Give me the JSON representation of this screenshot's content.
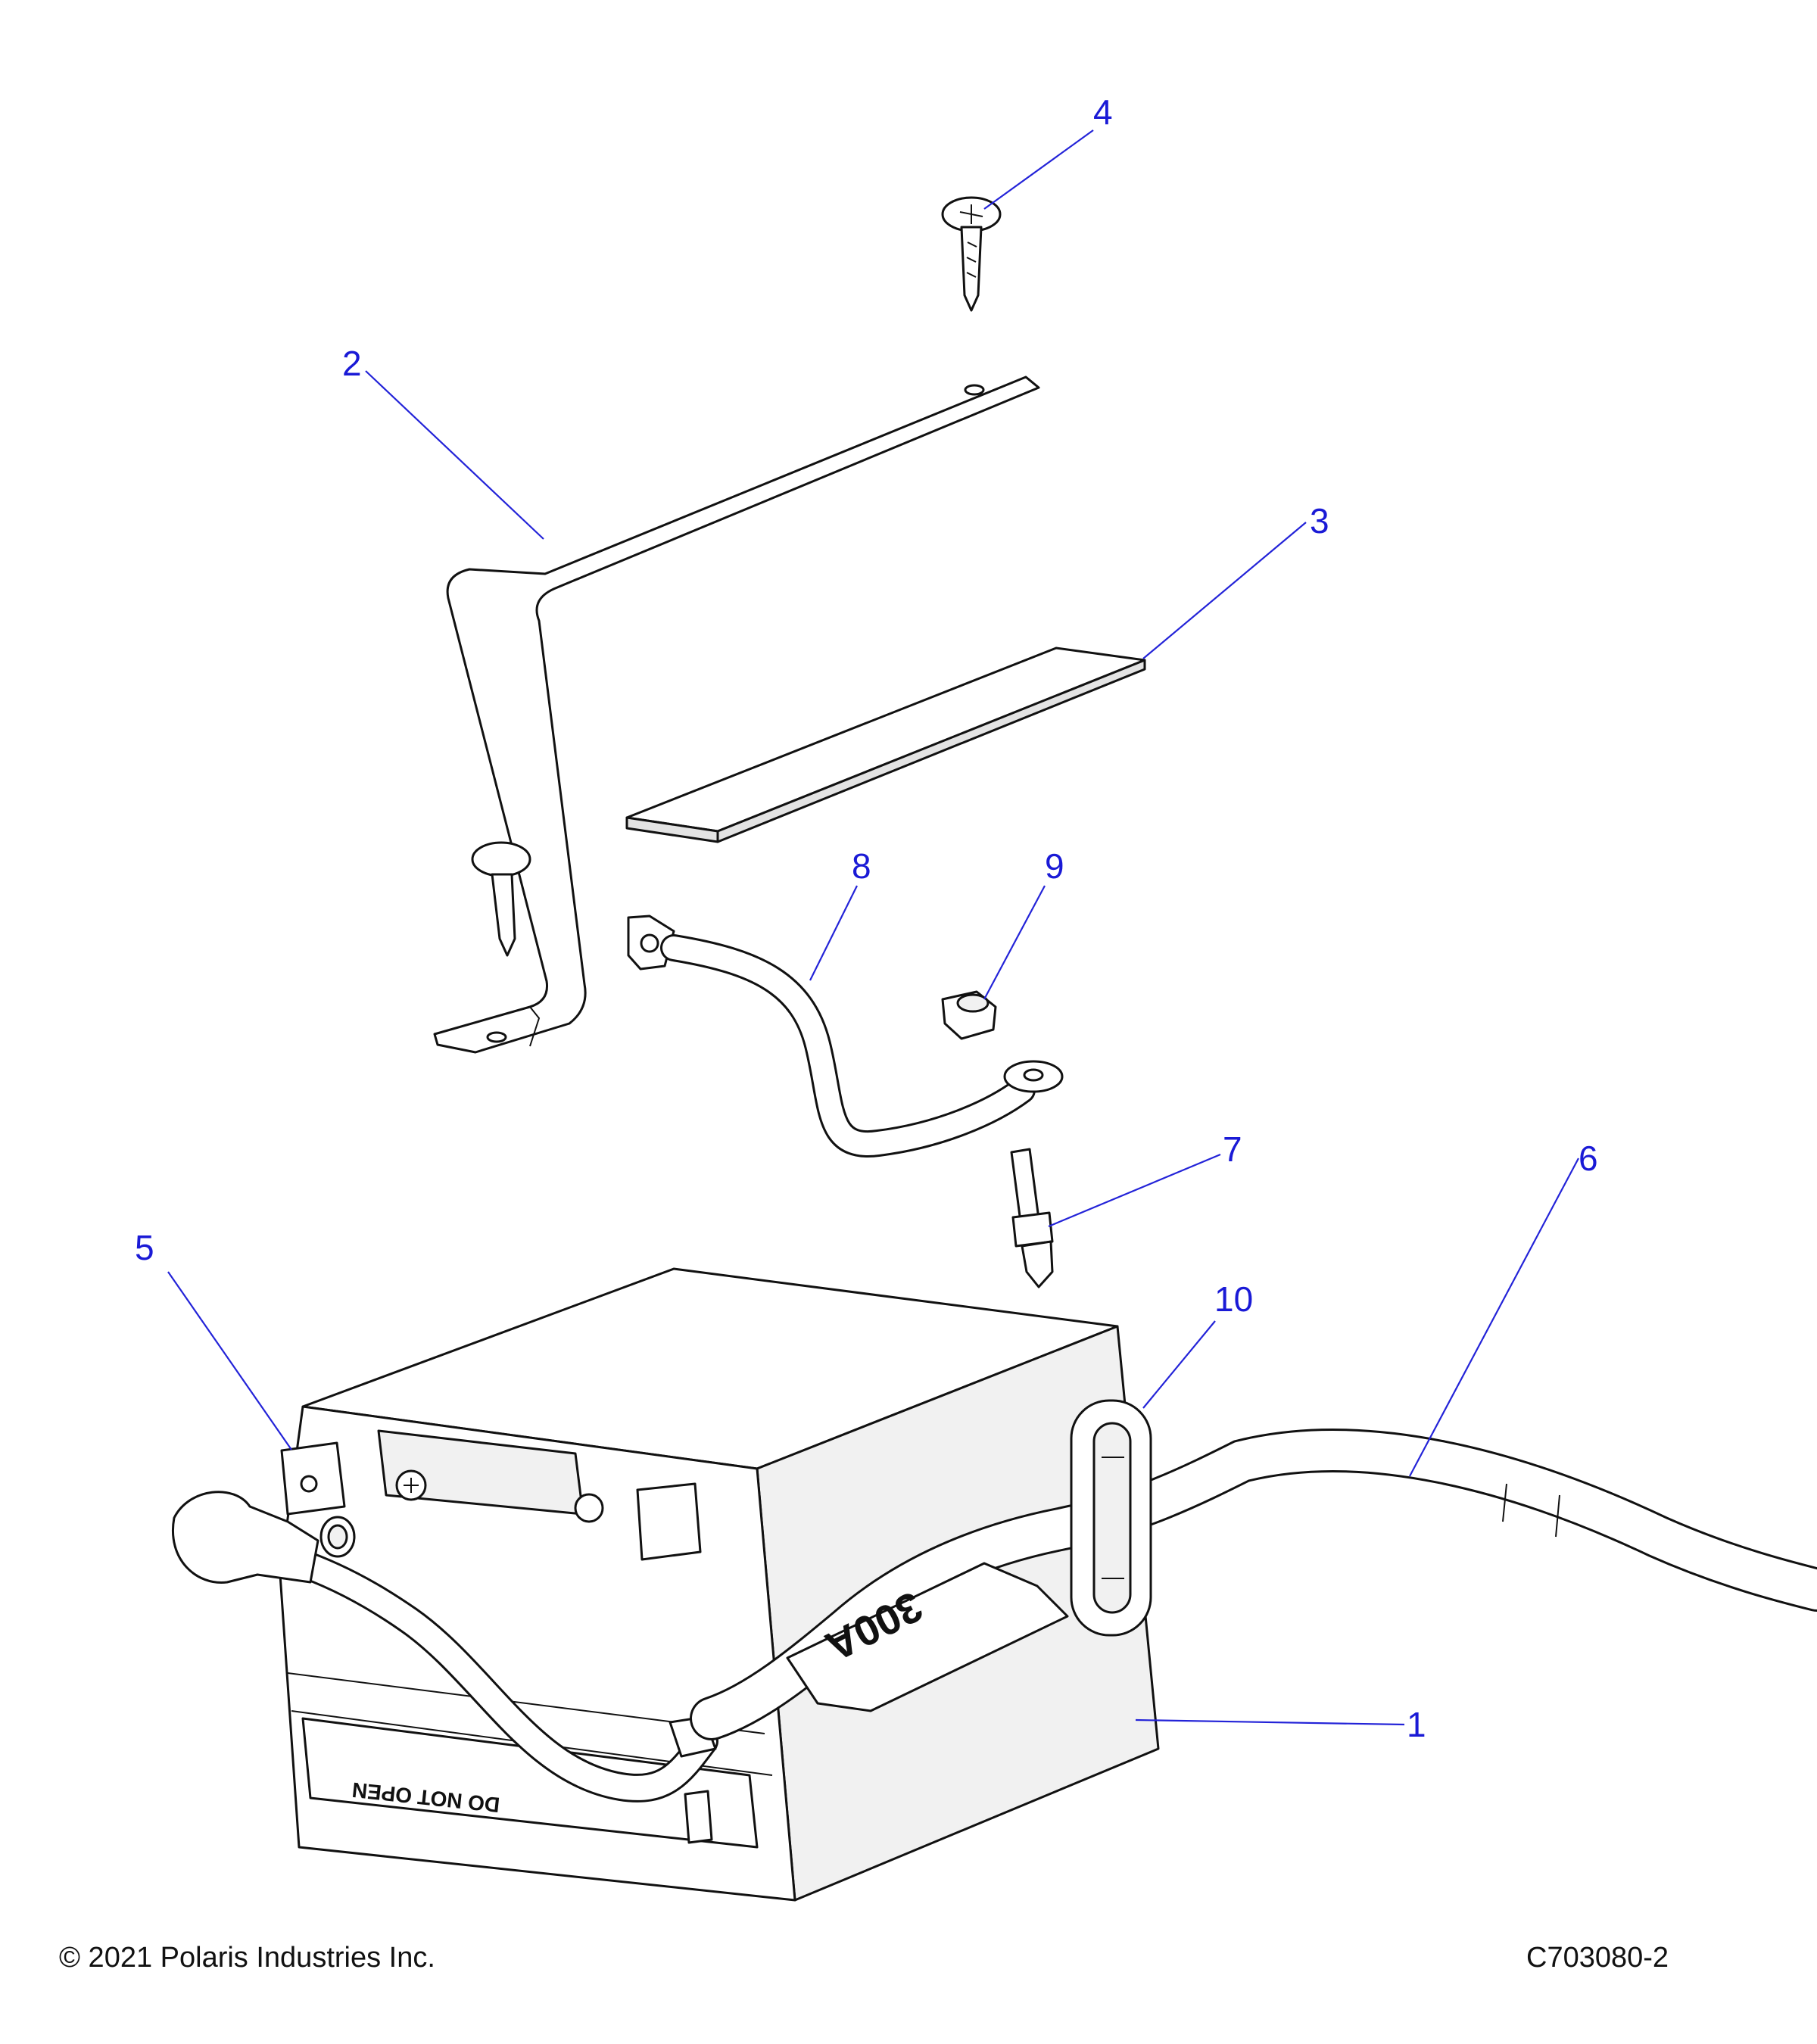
{
  "callouts": [
    {
      "id": "1",
      "label": "1"
    },
    {
      "id": "2",
      "label": "2"
    },
    {
      "id": "3",
      "label": "3"
    },
    {
      "id": "4",
      "label": "4"
    },
    {
      "id": "5",
      "label": "5"
    },
    {
      "id": "6",
      "label": "6"
    },
    {
      "id": "7",
      "label": "7"
    },
    {
      "id": "8",
      "label": "8"
    },
    {
      "id": "9",
      "label": "9"
    },
    {
      "id": "10",
      "label": "10"
    }
  ],
  "battery_label": "DO NOT OPEN",
  "fuse_label": "300A",
  "footer": {
    "copyright": "© 2021 Polaris Industries Inc.",
    "drawing_id": "C703080-2"
  },
  "colors": {
    "callout": "#1a1ad6",
    "line_art": "#111111"
  }
}
